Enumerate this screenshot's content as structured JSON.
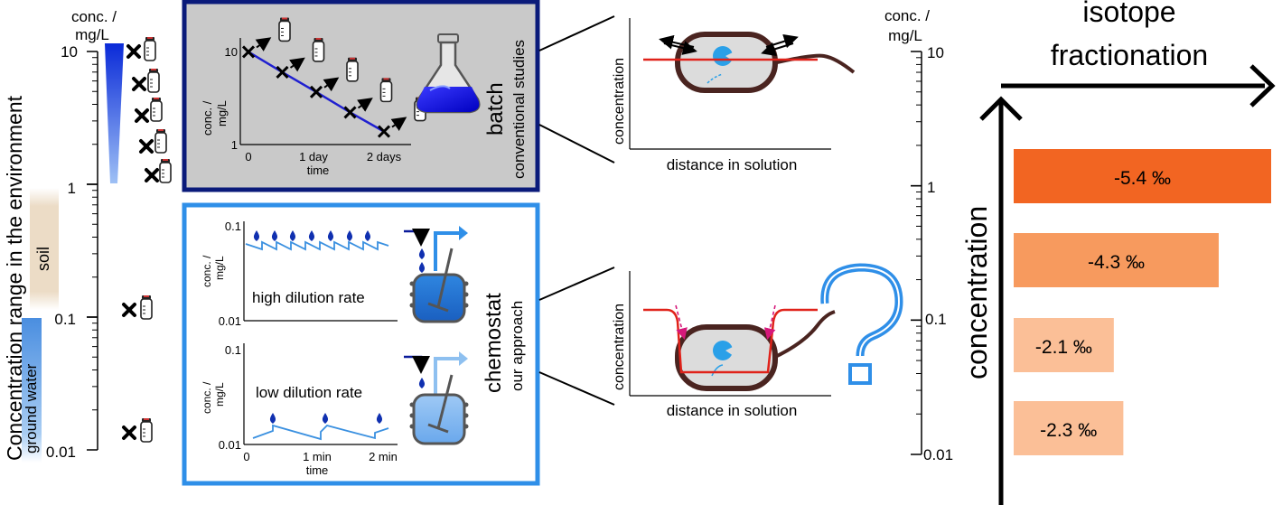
{
  "env": {
    "title": "Concentration range in the environment",
    "soil_label": "soil",
    "gw_label": "ground water",
    "unit_label_line1": "conc. /",
    "unit_label_line2": "mg/L",
    "ticks": [
      "10",
      "1",
      "0.1",
      "0.01"
    ]
  },
  "batch": {
    "label": "batch",
    "sublabel": "conventional studies",
    "ylabel_line1": "conc. /",
    "ylabel_line2": "mg/L",
    "yticks": [
      "10",
      "1"
    ],
    "xticks": [
      "0",
      "1 day",
      "2 days"
    ],
    "xlabel": "time",
    "chart_data": {
      "type": "line",
      "x_days": [
        0,
        0.5,
        1.0,
        1.5,
        2.0
      ],
      "y_mg_per_L": [
        11,
        6.5,
        3.9,
        2.3,
        1.4
      ],
      "yscale": "log",
      "ylim": [
        1,
        14
      ],
      "xlim": [
        0,
        2.3
      ]
    }
  },
  "chemostat": {
    "label": "chemostat",
    "sublabel": "our approach",
    "ylabel_line1": "conc. /",
    "ylabel_line2": "mg/L",
    "top_label": "high dilution rate",
    "bottom_label": "low dilution rate",
    "yticks": [
      "0.1",
      "0.01"
    ],
    "xticks": [
      "0",
      "1 min",
      "2 min"
    ],
    "xlabel": "time"
  },
  "cells": {
    "xlabel": "distance in solution",
    "ylabel": "concentration"
  },
  "right_axis": {
    "unit_label_line1": "conc. /",
    "unit_label_line2": "mg/L",
    "ticks": [
      "10",
      "1",
      "0.1",
      "0.01"
    ]
  },
  "fractionation": {
    "title_line1": "isotope",
    "title_line2": "fractionation",
    "axis_label": "concentration",
    "bars": [
      {
        "label": "-5.4 ‰",
        "value": -5.4,
        "color": "#f26522"
      },
      {
        "label": "-4.3 ‰",
        "value": -4.3,
        "color": "#f79a5e"
      },
      {
        "label": "-2.1 ‰",
        "value": -2.1,
        "color": "#fbbf97"
      },
      {
        "label": "-2.3 ‰",
        "value": -2.3,
        "color": "#fbbf97"
      }
    ]
  },
  "colors": {
    "batch_frame": "#0a1a7a",
    "chemostat_frame": "#2f8fe8",
    "batch_bg": "#c9c9c9",
    "line_blue": "#2020d0",
    "chemo_line": "#3a90e0",
    "cell_brown": "#4a2420",
    "profile_red": "#e0221a",
    "question": "#2f8fe8"
  }
}
